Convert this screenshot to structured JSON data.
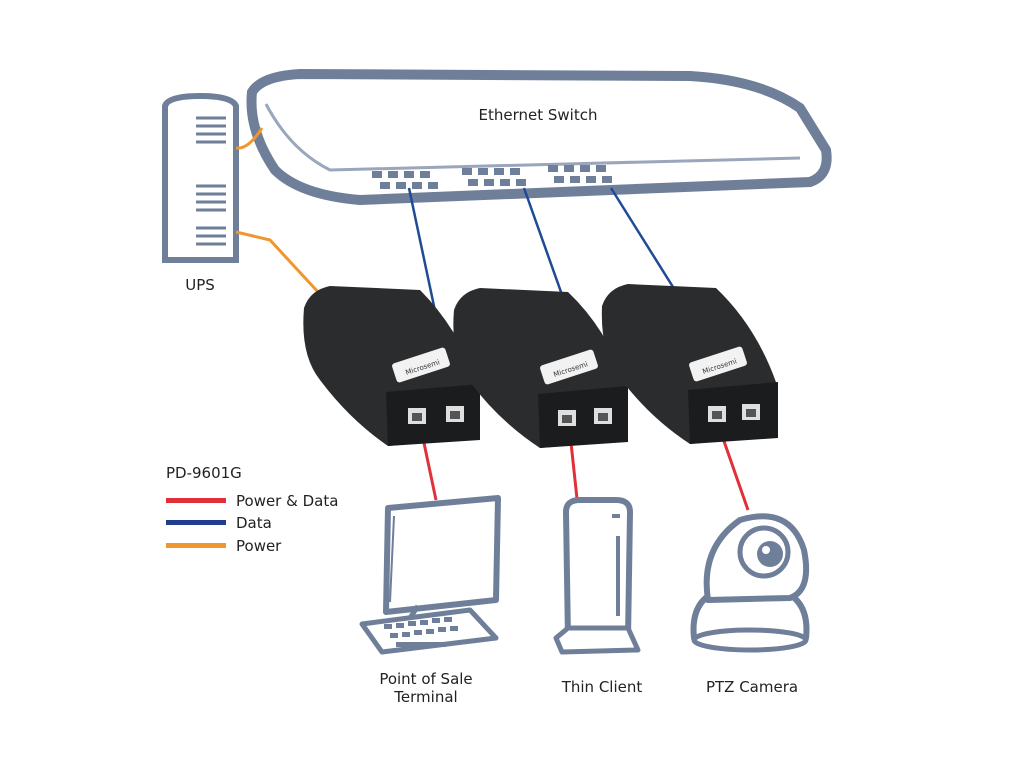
{
  "diagram": {
    "switch_label": "Ethernet Switch",
    "ups_label": "UPS",
    "model_label": "PD-9601G",
    "devices": [
      {
        "name_line1": "Point of Sale",
        "name_line2": "Terminal"
      },
      {
        "name_line1": "Thin Client",
        "name_line2": ""
      },
      {
        "name_line1": "PTZ Camera",
        "name_line2": ""
      }
    ],
    "injector_brand": "Microsemi"
  },
  "legend": [
    {
      "label": "Power & Data",
      "color": "#e0313a"
    },
    {
      "label": "Data",
      "color": "#1f3f8c"
    },
    {
      "label": "Power",
      "color": "#f0962e"
    }
  ],
  "colors": {
    "outline": "#6f7f9a",
    "switch_fill": "#ffffff",
    "injector_body": "#2b2c2e",
    "power_data": "#e0313a",
    "data": "#1f4a94",
    "power": "#f0962e"
  }
}
